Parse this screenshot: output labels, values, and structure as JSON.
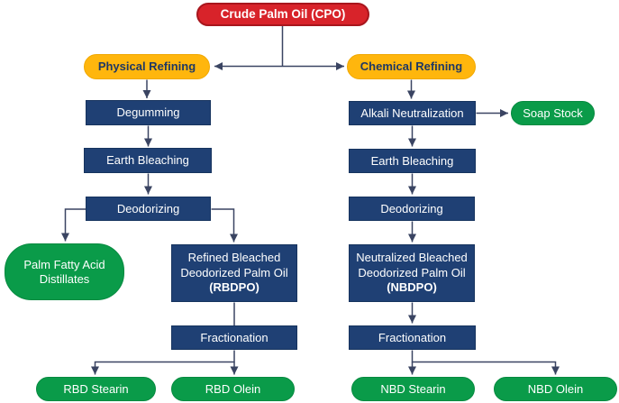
{
  "nodes": {
    "cpo": "Crude Palm Oil (CPO)",
    "physical_refining": "Physical Refining",
    "chemical_refining": "Chemical Refining",
    "degumming": "Degumming",
    "earth_bleaching_left": "Earth Bleaching",
    "deodorizing_left": "Deodorizing",
    "pfad": "Palm Fatty Acid Distillates",
    "rbdpo_name": "Refined Bleached Deodorized Palm Oil",
    "rbdpo_abbr": "(RBDPO)",
    "fractionation_left": "Fractionation",
    "rbd_stearin": "RBD Stearin",
    "rbd_olein": "RBD Olein",
    "alkali_neutralization": "Alkali Neutralization",
    "soap_stock": "Soap Stock",
    "earth_bleaching_right": "Earth Bleaching",
    "deodorizing_right": "Deodorizing",
    "nbdpo_name": "Neutralized Bleached Deodorized Palm Oil",
    "nbdpo_abbr": "(NBDPO)",
    "fractionation_right": "Fractionation",
    "nbd_stearin": "NBD Stearin",
    "nbd_olein": "NBD Olein"
  },
  "colors": {
    "source_red": "#D8232A",
    "branch_yellow": "#FFB60D",
    "process_navy": "#1F4074",
    "product_green": "#0A9B49",
    "connector_navy": "#3A4462"
  }
}
